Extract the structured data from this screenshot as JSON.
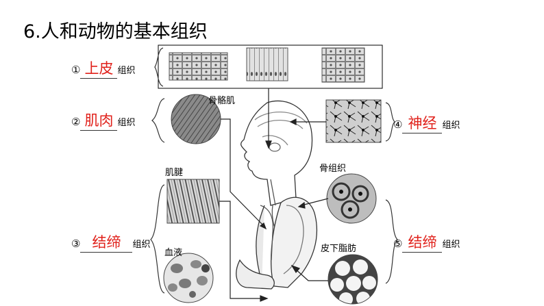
{
  "title": "6.人和动物的基本组织",
  "suffix": "组织",
  "items": [
    {
      "num": "①",
      "answer": "上皮"
    },
    {
      "num": "②",
      "answer": "肌肉"
    },
    {
      "num": "③",
      "answer": "结缔"
    },
    {
      "num": "④",
      "answer": "神经"
    },
    {
      "num": "⑤",
      "answer": "结缔"
    }
  ],
  "captions": {
    "skeletal_muscle": "骨骼肌",
    "tendon": "肌腱",
    "blood": "血液",
    "bone": "骨组织",
    "fat": "皮下脂肪"
  },
  "colors": {
    "answer": "#e0201a"
  }
}
